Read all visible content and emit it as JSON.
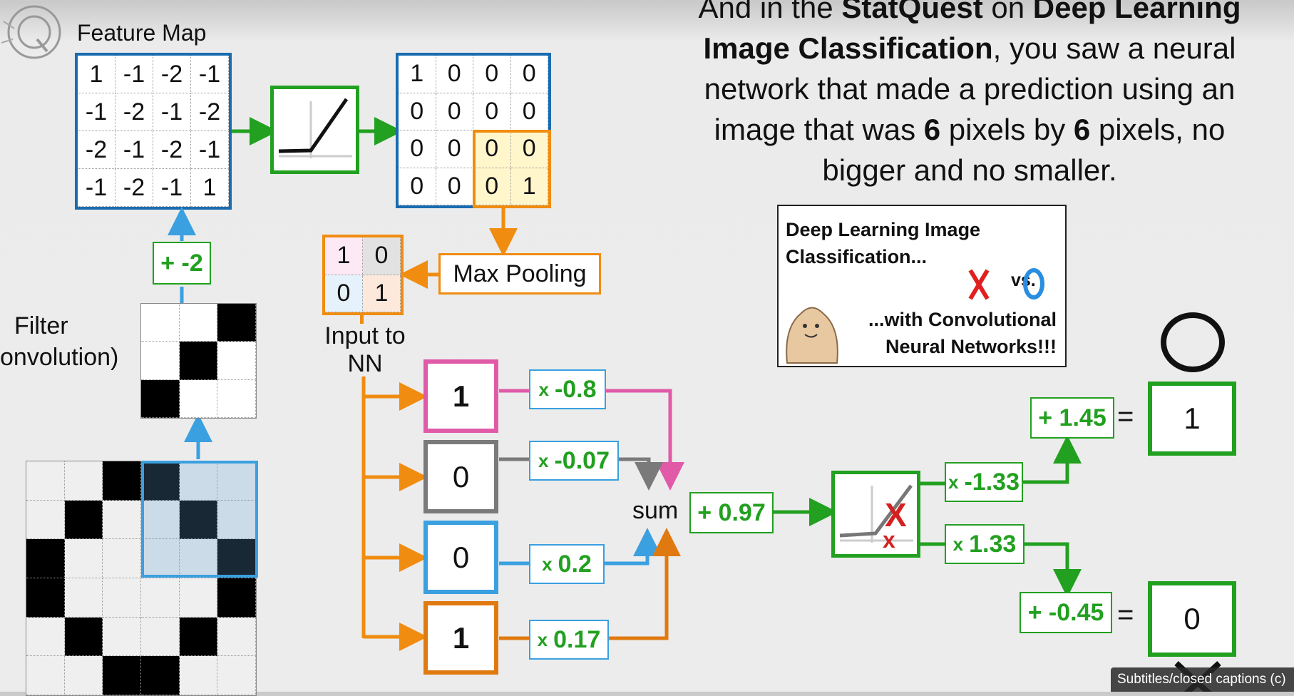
{
  "heading": {
    "line1_pre": "And in the ",
    "line1_b1": "StatQuest",
    "line1_mid": " on ",
    "line1_b2": "Deep Learning",
    "line2_b": "Image Classification",
    "line2_rest": ", you saw a neural",
    "line3": "network that made a prediction using an",
    "line4_pre": "image that was ",
    "line4_b1": "6",
    "line4_mid": " pixels by ",
    "line4_b2": "6",
    "line4_post": " pixels, no",
    "line5": "bigger and no smaller."
  },
  "feature_map": {
    "title": "Feature Map",
    "cells": [
      "1",
      "-1",
      "-2",
      "-1",
      "-1",
      "-2",
      "-1",
      "-2",
      "-2",
      "-1",
      "-2",
      "-1",
      "-1",
      "-2",
      "-1",
      "1"
    ]
  },
  "relu_output": {
    "cells": [
      "1",
      "0",
      "0",
      "0",
      "0",
      "0",
      "0",
      "0",
      "0",
      "0",
      "0",
      "0",
      "0",
      "0",
      "0",
      "1"
    ]
  },
  "bias_label": "+ -2",
  "filter_label_1": "Filter",
  "filter_label_2": "onvolution)",
  "filter_cells": [
    0,
    0,
    1,
    0,
    1,
    0,
    1,
    0,
    0
  ],
  "image_cells": [
    0,
    0,
    1,
    1,
    0,
    0,
    0,
    1,
    0,
    0,
    1,
    0,
    1,
    0,
    0,
    0,
    0,
    1,
    1,
    0,
    0,
    0,
    0,
    1,
    0,
    1,
    0,
    0,
    1,
    0,
    0,
    0,
    1,
    1,
    0,
    0
  ],
  "max_pooling_label": "Max Pooling",
  "pooled": {
    "cells": [
      "1",
      "0",
      "0",
      "1"
    ],
    "colors": [
      "#fde8f5",
      "#e2e2e2",
      "#e6f2fb",
      "#fde9dc"
    ]
  },
  "input_label_1": "Input to",
  "input_label_2": "NN",
  "inputs": [
    {
      "value": "1",
      "weight_x": "x",
      "weight": "-0.8",
      "color": "#e05aa8",
      "bold": true
    },
    {
      "value": "0",
      "weight_x": "x",
      "weight": "-0.07",
      "color": "#7a7a7a",
      "bold": false
    },
    {
      "value": "0",
      "weight_x": "x",
      "weight": "0.2",
      "color": "#3aa0e0",
      "bold": false
    },
    {
      "value": "1",
      "weight_x": "x",
      "weight": "0.17",
      "color": "#e07a10",
      "bold": true
    }
  ],
  "sum_label": "sum",
  "sum_bias": "+ 0.97",
  "out_weights": [
    {
      "x": "x",
      "w": "-1.33"
    },
    {
      "x": "x",
      "w": "1.33"
    }
  ],
  "out_biases": [
    "+ 1.45",
    "+ -0.45"
  ],
  "equals": "=",
  "outputs": [
    "1",
    "0"
  ],
  "book": {
    "line1": "Deep Learning Image",
    "line2": "Classification...",
    "vs": "vs.",
    "line3": "...with Convolutional",
    "line4": "Neural Networks!!!"
  },
  "captions_button": "Subtitles/closed captions (c)",
  "colors": {
    "blue_frame": "#1a6cb0",
    "green": "#22a020",
    "orange": "#f08c10",
    "light_blue": "#3aa0e0",
    "highlight_yellow": "#fff6cc"
  }
}
